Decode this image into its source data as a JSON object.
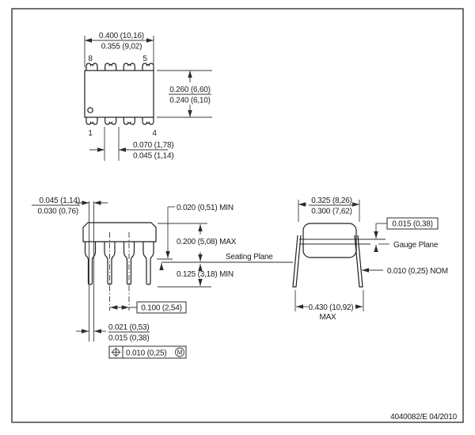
{
  "footer": "4040082/E  04/2010",
  "labels": {
    "seating_plane": "Seating Plane",
    "gauge_plane": "Gauge Plane",
    "max": "MAX"
  },
  "top": {
    "pin8": "8",
    "pin5": "5",
    "pin1": "1",
    "pin4": "4",
    "width_max": "0.400 (10,16)",
    "width_min": "0.355 (9,02)",
    "depth_max": "0.260 (6,60)",
    "depth_min": "0.240 (6,10)",
    "pin_width_max": "0.070 (1,78)",
    "pin_width_min": "0.045 (1,14)"
  },
  "side": {
    "shoulder_max": "0.045 (1,14)",
    "shoulder_min": "0.030 (0,76)",
    "standoff_min": "0.020 (0,51) MIN",
    "height_max": "0.200 (5,08) MAX",
    "lead_min": "0.125 (3,18) MIN",
    "pitch": "0.100 (2,54)",
    "lead_width_max": "0.021 (0,53)",
    "lead_width_min": "0.015 (0,38)",
    "position_tol": "0.010 (0,25)",
    "modifier": "M"
  },
  "end": {
    "span_max": "0.325 (8,26)",
    "span_min": "0.300 (7,62)",
    "gauge_offset": "0.015 (0,38)",
    "lead_thk": "0.010 (0,25) NOM",
    "overall_max": "0.430 (10,92)"
  }
}
